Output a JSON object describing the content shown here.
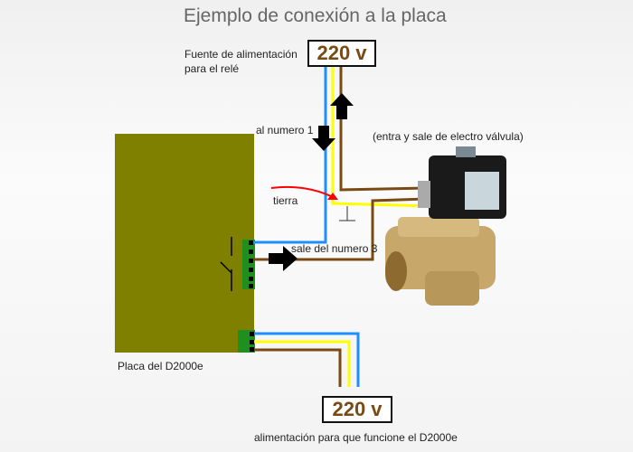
{
  "title": "Ejemplo de conexión a la placa",
  "labels": {
    "relay_supply_line1": "Fuente de alimentación",
    "relay_supply_line2": "para el relé",
    "top_voltage": "220 v",
    "to_number_1": "al numero 1",
    "valve_note": "(entra y sale de electro válvula)",
    "ground": "tierra",
    "from_number_3": "sale del numero 3",
    "board": "Placa del D2000e",
    "bottom_voltage": "220 v",
    "board_supply": "alimentación para que funcione el D2000e"
  },
  "colors": {
    "board": "#7f7f00",
    "terminal": "#1f8f1f",
    "blue": "#1e8fff",
    "yellow": "#ffff00",
    "brown": "#7a4a14",
    "red": "#ff0000"
  }
}
